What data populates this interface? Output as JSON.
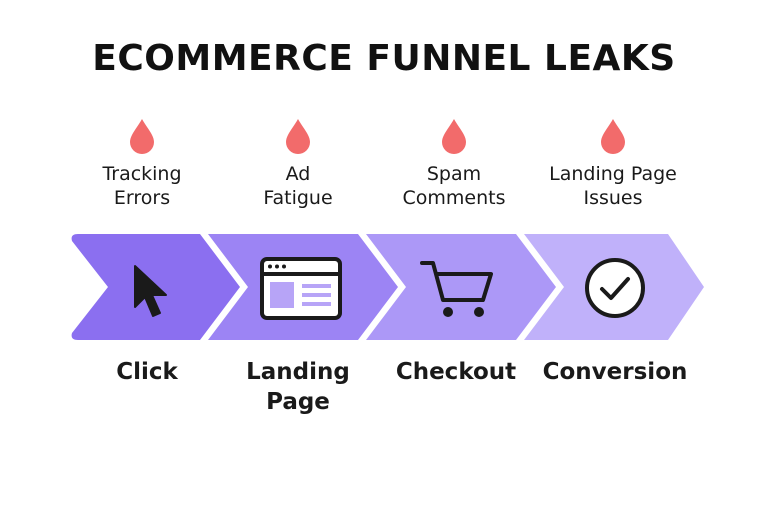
{
  "title": "ECOMMERCE FUNNEL LEAKS",
  "colors": {
    "stage_1": "#8b6ff0",
    "stage_2": "#9c84f4",
    "stage_3": "#ac98f7",
    "stage_4": "#c0b1fa",
    "drop": "#f26b6b",
    "icon": "#1a1a1a"
  },
  "leaks": [
    {
      "line1": "Tracking",
      "line2": "Errors"
    },
    {
      "line1": "Ad",
      "line2": "Fatigue"
    },
    {
      "line1": "Spam",
      "line2": "Comments"
    },
    {
      "line1": "Landing Page",
      "line2": "Issues"
    }
  ],
  "stages": [
    {
      "line1": "Click",
      "line2": "",
      "icon": "cursor-icon"
    },
    {
      "line1": "Landing",
      "line2": "Page",
      "icon": "browser-window-icon"
    },
    {
      "line1": "Checkout",
      "line2": "",
      "icon": "shopping-cart-icon"
    },
    {
      "line1": "Conversion",
      "line2": "",
      "icon": "check-circle-icon"
    }
  ]
}
